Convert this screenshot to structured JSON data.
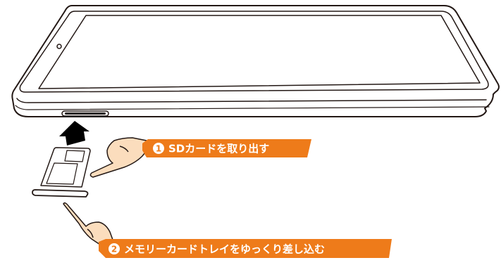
{
  "steps": [
    {
      "number": "1",
      "text": "SDカードを取り出す"
    },
    {
      "number": "2",
      "text": "メモリーカードトレイをゆっくり差し込む"
    }
  ],
  "colors": {
    "callout_fill": "#EE7B1A",
    "hand_fill": "#FBDDBD",
    "outline": "#231815",
    "arrow": "#000000"
  },
  "icons": {
    "hand": "pointing-hand-icon",
    "arrow": "up-arrow-icon",
    "device": "tablet-device",
    "tray": "memory-card-tray"
  }
}
